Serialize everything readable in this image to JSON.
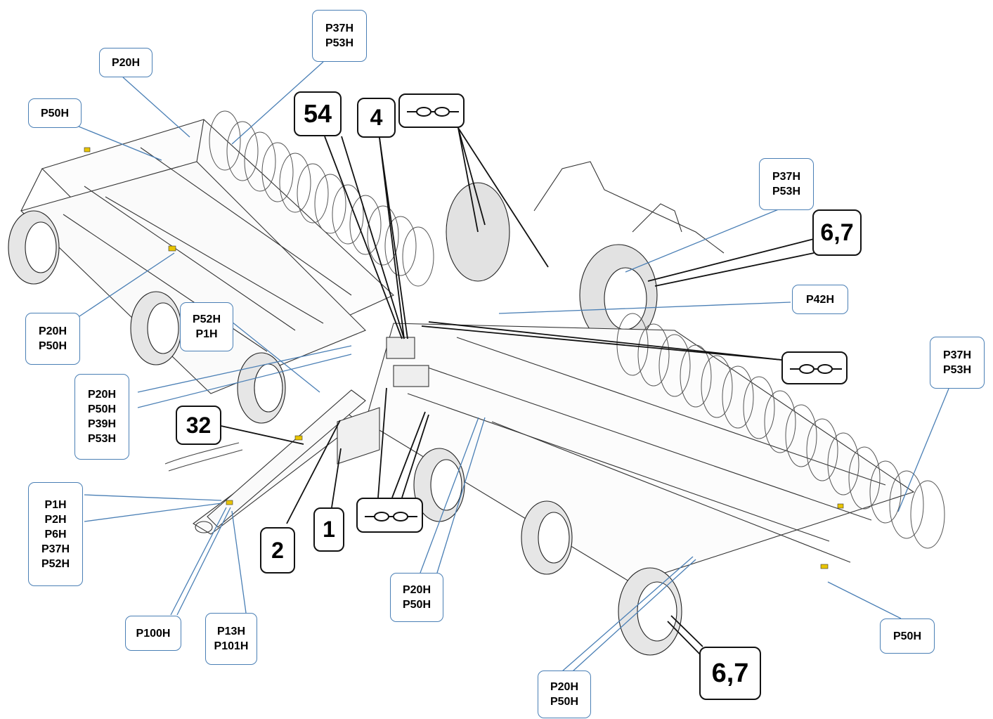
{
  "callouts": {
    "p37h_p53h_top": [
      "P37H",
      "P53H"
    ],
    "p20h_top": [
      "P20H"
    ],
    "p50h_left": [
      "P50H"
    ],
    "p37h_p53h_right": [
      "P37H",
      "P53H"
    ],
    "p42h": [
      "P42H"
    ],
    "p20h_p50h_left": [
      "P20H",
      "P50H"
    ],
    "p52h_p1h": [
      "P52H",
      "P1H"
    ],
    "p20h_p50h_p39h_p53h": [
      "P20H",
      "P50H",
      "P39H",
      "P53H"
    ],
    "p37h_p53h_far_right": [
      "P37H",
      "P53H"
    ],
    "p1h_list": [
      "P1H",
      "P2H",
      "P6H",
      "P37H",
      "P52H"
    ],
    "p100h": [
      "P100H"
    ],
    "p13h_p101h": [
      "P13H",
      "P101H"
    ],
    "p20h_p50h_center": [
      "P20H",
      "P50H"
    ],
    "p50h_bottom_right": [
      "P50H"
    ],
    "p20h_p50h_bottom": [
      "P20H",
      "P50H"
    ]
  },
  "numbers": {
    "n54": "54",
    "n4": "4",
    "n67_top": "6,7",
    "n32": "32",
    "n2": "2",
    "n1": "1",
    "n67_bottom": "6,7"
  },
  "icons": {
    "chain": "chain-link-icon"
  },
  "colors": {
    "leader_blue": "#4a7fb5",
    "leader_black": "#111111",
    "decal_yellow": "#e8c400"
  }
}
